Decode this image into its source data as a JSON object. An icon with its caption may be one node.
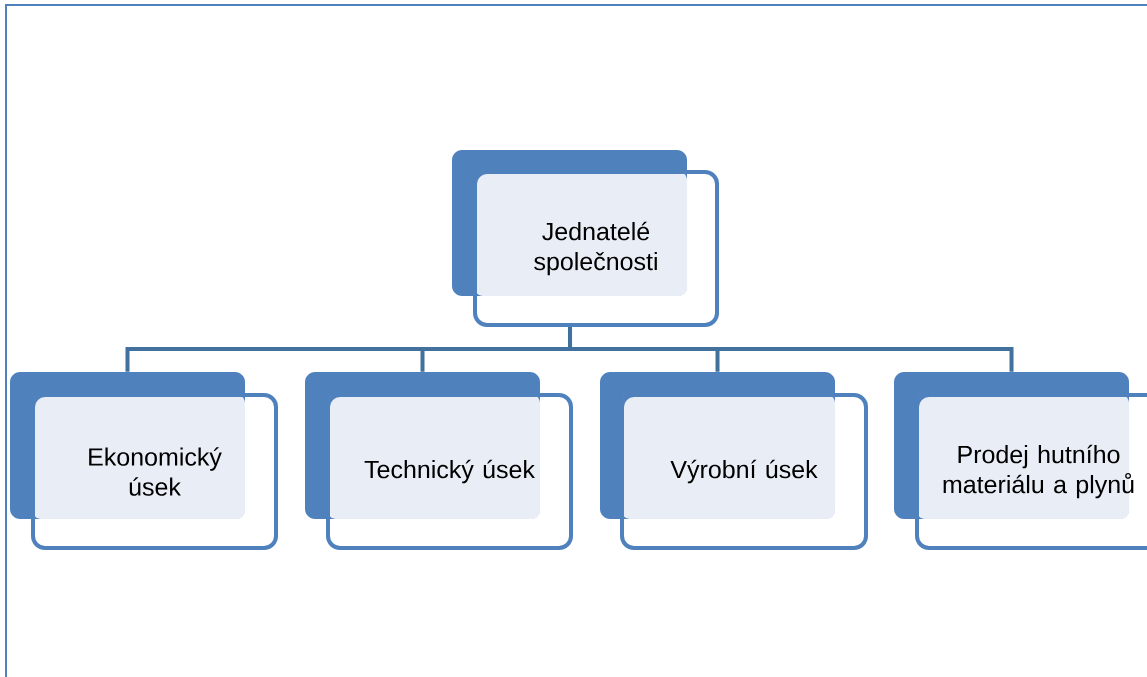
{
  "diagram": {
    "nodes": [
      {
        "text": [
          "Jednatelé společnosti"
        ]
      },
      {
        "text": [
          "Ekonomický úsek"
        ]
      },
      {
        "text": [
          "Technický úsek"
        ]
      },
      {
        "text": [
          "Výrobní úsek"
        ]
      },
      {
        "text": [
          "Prodej hutního materiálu a plynů"
        ]
      }
    ],
    "edges": [
      {
        "from": 0,
        "to": 1,
        "arrow": "none"
      },
      {
        "from": 0,
        "to": 2,
        "arrow": "none"
      },
      {
        "from": 0,
        "to": 3,
        "arrow": "none"
      },
      {
        "from": 0,
        "to": 4,
        "arrow": "none"
      }
    ]
  }
}
